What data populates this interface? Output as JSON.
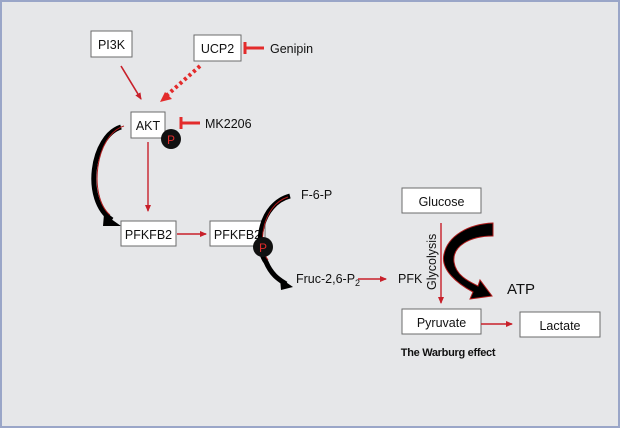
{
  "nodes": {
    "pi3k": "PI3K",
    "ucp2": "UCP2",
    "genipin": "Genipin",
    "akt": "AKT",
    "mk2206": "MK2206",
    "pfkfb2_a": "PFKFB2",
    "pfkfb2_b": "PFKFB2",
    "f6p": "F-6-P",
    "fruc_main": "Fruc-2,6-P",
    "fruc_sub": "2",
    "pfk": "PFK",
    "glucose": "Glucose",
    "glycolysis": "Glycolysis",
    "atp": "ATP",
    "pyruvate": "Pyruvate",
    "lactate": "Lactate",
    "phospho_akt": "P",
    "phospho_pfkfb2": "P"
  },
  "caption": "The Warburg effect",
  "colors": {
    "arrow_red": "#c8202a",
    "inhibitor_red": "#e32b2b",
    "curved_arrow_black": "#000000",
    "background": "#e6e7e9",
    "frame_border": "#9aa6c8"
  }
}
